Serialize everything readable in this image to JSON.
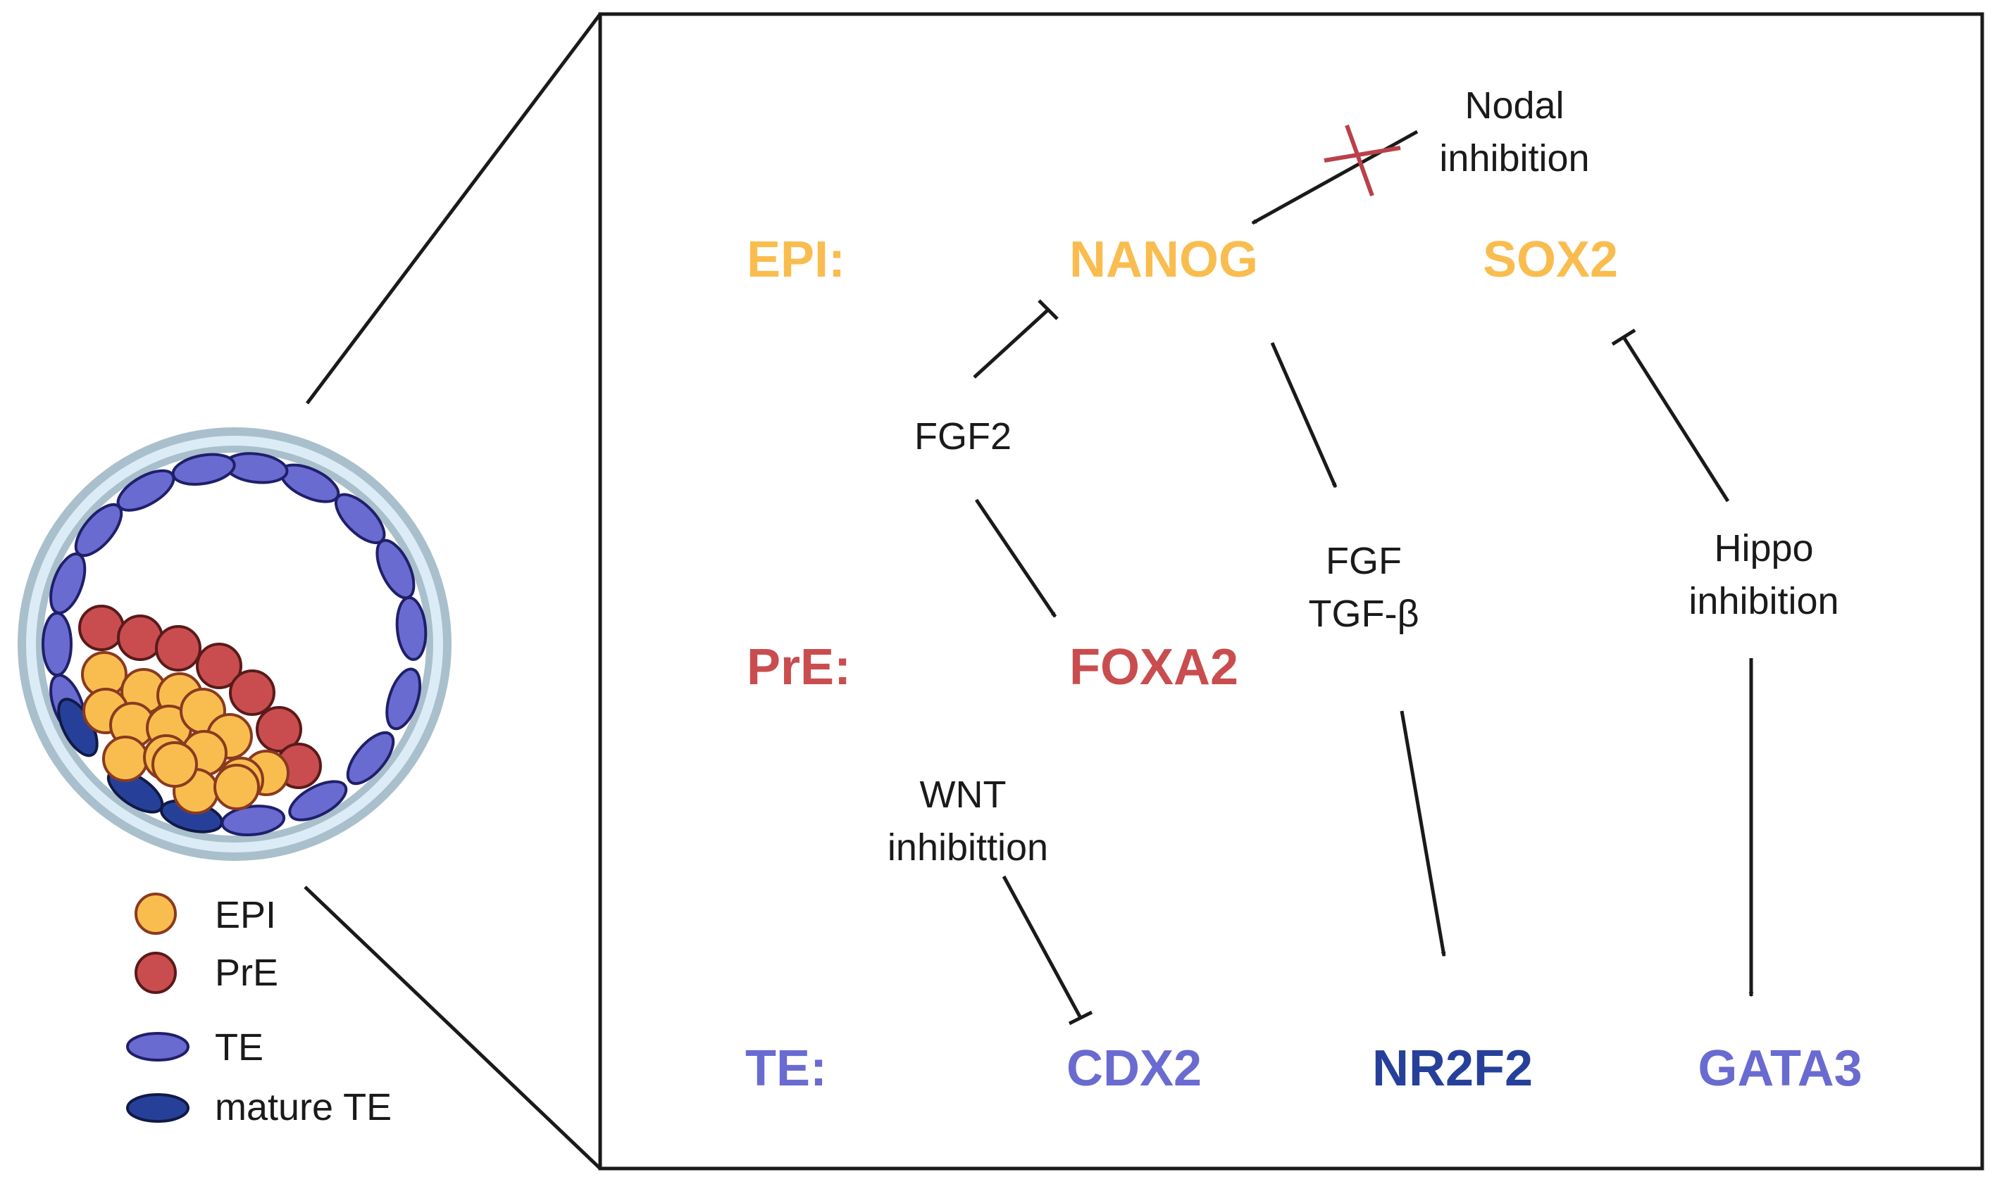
{
  "colors": {
    "epi": "#f9bd4f",
    "pre": "#c94d4f",
    "te": "#6a6bd0",
    "mature_te": "#26409a",
    "shell_outer": "#a9bfcc",
    "shell_inner": "#dcecf7",
    "cross": "#b9414a",
    "line": "#1a1a1a"
  },
  "rows": {
    "epi": "EPI:",
    "pre": "PrE:",
    "te": "TE:"
  },
  "genes": {
    "nanog": "NANOG",
    "sox2": "SOX2",
    "foxa2": "FOXA2",
    "cdx2": "CDX2",
    "nr2f2": "NR2F2",
    "gata3": "GATA3"
  },
  "signals": {
    "nodal": [
      "Nodal",
      "inhibition"
    ],
    "fgf2": "FGF2",
    "fgf_tgf": [
      "FGF",
      "TGF-β"
    ],
    "hippo": [
      "Hippo",
      "inhibition"
    ],
    "wnt": [
      "WNT",
      "inhibittion"
    ]
  },
  "legend": [
    {
      "shape": "circle",
      "color_key": "epi",
      "label": "EPI"
    },
    {
      "shape": "circle",
      "color_key": "pre",
      "label": "PrE"
    },
    {
      "shape": "ellipse",
      "color_key": "te",
      "label": "TE"
    },
    {
      "shape": "ellipse",
      "color_key": "mature_te",
      "label": "mature TE"
    }
  ]
}
